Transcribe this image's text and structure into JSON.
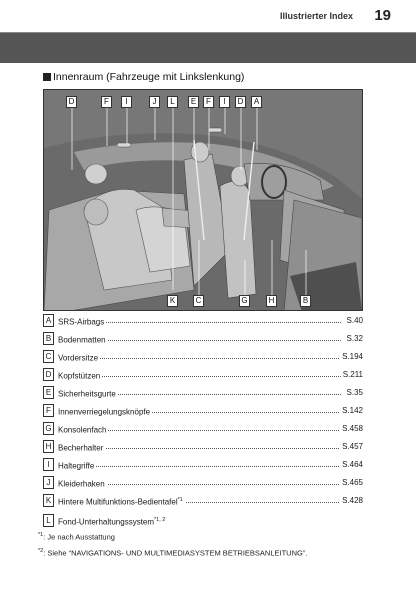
{
  "header": {
    "title": "Illustrierter Index",
    "page_number": "19"
  },
  "section": {
    "title": "Innenraum (Fahrzeuge mit Linkslenkung)"
  },
  "figure": {
    "top_labels": [
      "D",
      "F",
      "I",
      "J",
      "L",
      "E",
      "F",
      "I",
      "D",
      "A"
    ],
    "bottom_labels": [
      "K",
      "C",
      "G",
      "H",
      "B"
    ]
  },
  "items": [
    {
      "letter": "A",
      "label": "SRS-Airbags",
      "note": "",
      "page": "S.40"
    },
    {
      "letter": "B",
      "label": "Bodenmatten",
      "note": "",
      "page": "S.32"
    },
    {
      "letter": "C",
      "label": "Vordersitze",
      "note": "",
      "page": "S.194"
    },
    {
      "letter": "D",
      "label": "Kopfstützen",
      "note": "",
      "page": "S.211"
    },
    {
      "letter": "E",
      "label": "Sicherheitsgurte",
      "note": "",
      "page": "S.35"
    },
    {
      "letter": "F",
      "label": "Innenverriegelungsknöpfe",
      "note": "",
      "page": "S.142"
    },
    {
      "letter": "G",
      "label": "Konsolenfach",
      "note": "",
      "page": "S.458"
    },
    {
      "letter": "H",
      "label": "Becherhalter",
      "note": "",
      "page": "S.457"
    },
    {
      "letter": "I",
      "label": "Haltegriffe",
      "note": "",
      "page": "S.464"
    },
    {
      "letter": "J",
      "label": "Kleiderhaken",
      "note": "",
      "page": "S.465"
    },
    {
      "letter": "K",
      "label": "Hintere Multifunktions-Bedientafel",
      "note": "*1",
      "page": "S.428"
    },
    {
      "letter": "L",
      "label": "Fond-Unterhaltungssystem",
      "note": "*1, 2",
      "page": ""
    }
  ],
  "footnotes": [
    {
      "mark": "*1",
      "text": ": Je nach Ausstattung"
    },
    {
      "mark": "*2",
      "text": ": Siehe “NAVIGATIONS- UND MULTIMEDIASYSTEM BETRIEBSANLEITUNG”."
    }
  ]
}
